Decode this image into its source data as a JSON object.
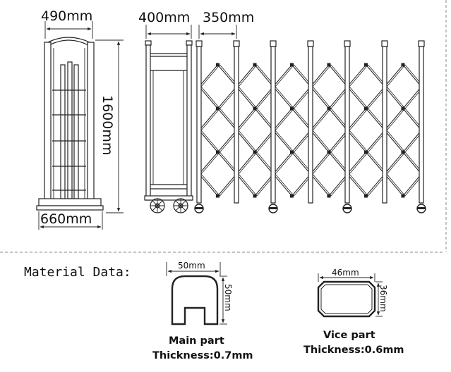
{
  "dimensions": {
    "width_top": "490mm",
    "width_bottom": "660mm",
    "height": "1600mm",
    "head_depth": "400mm",
    "leaf_spacing": "350mm"
  },
  "material": {
    "heading": "Material Data:",
    "main_part": {
      "name": "Main part",
      "width": "50mm",
      "height": "50mm",
      "thickness": "Thickness:0.7mm"
    },
    "vice_part": {
      "name": "Vice part",
      "width": "46mm",
      "height": "36mm",
      "thickness": "Thickness:0.6mm"
    }
  }
}
